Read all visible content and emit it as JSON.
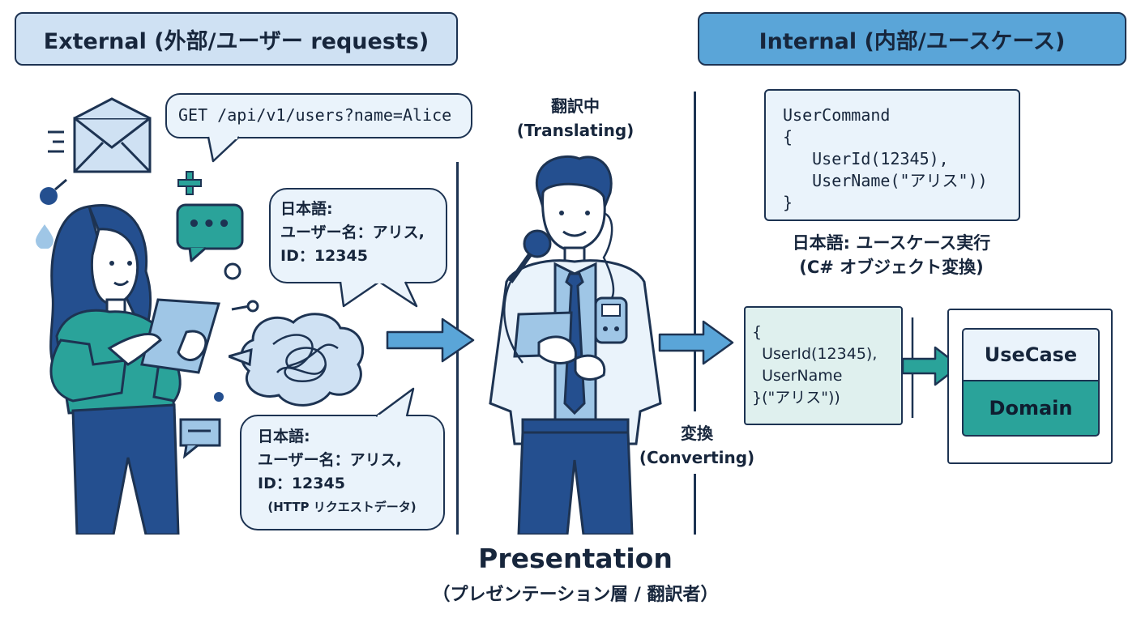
{
  "headers": {
    "external": "External (外部/ユーザー requests)",
    "internal": "Internal (内部/ユースケース)"
  },
  "external": {
    "http_request": "GET /api/v1/users?name=Alice",
    "bubble_top": "日本語:\nユーザー名：アリス,\nID：12345",
    "bubble_bottom_main": "日本語:\nユーザー名：アリス,\nID：12345",
    "bubble_bottom_note": "(HTTP リクエストデータ)",
    "chat_dots": "•••"
  },
  "presenter": {
    "translating": "翻訳中\n(Translating)",
    "converting": "変換\n(Converting)",
    "title": "Presentation",
    "subtitle": "（プレゼンテーション層 / 翻訳者）"
  },
  "internal": {
    "command_code": "UserCommand\n{\n   UserId(12345),\n   UserName(\"アリス\"))\n}",
    "command_caption": "日本語: ユースケース実行\n(C# オブジェクト変換)",
    "object_code": "{\n  UserId(12345),\n  UserName\n}(\"アリス\"))",
    "usecase_label": "UseCase",
    "domain_label": "Domain"
  },
  "colors": {
    "dark_outline": "#1d3352",
    "light_blue": "#cfe1f3",
    "mid_blue": "#5aa5d8",
    "teal": "#2aa39a",
    "navy": "#244f8f"
  }
}
